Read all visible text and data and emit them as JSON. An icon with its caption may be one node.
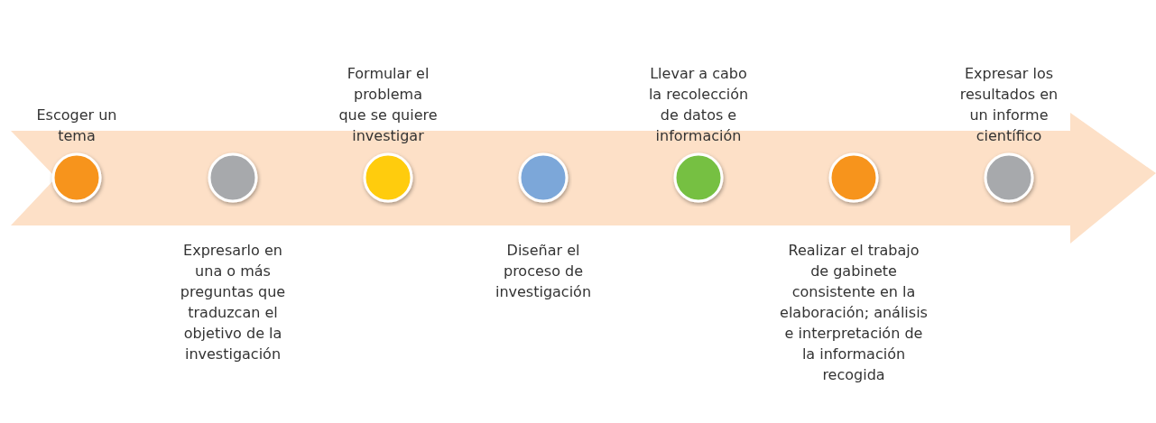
{
  "diagram": {
    "nodes": [
      {
        "text": [],
        "shape": "circle",
        "beside": [
          "Escoger un tema"
        ]
      },
      {
        "text": [],
        "shape": "circle",
        "beside": [
          "Expresarlo en una o más preguntas que traduzcan el objetivo de la investigación"
        ]
      },
      {
        "text": [],
        "shape": "circle",
        "beside": [
          "Formular el problema que se quiere investigar"
        ]
      },
      {
        "text": [],
        "shape": "circle",
        "beside": [
          "Diseñar el proceso de investigación"
        ]
      },
      {
        "text": [],
        "shape": "circle",
        "beside": [
          "Llevar a cabo la recolección de datos e información"
        ]
      },
      {
        "text": [],
        "shape": "circle",
        "beside": [
          "Realizar el trabajo de gabinete consistente en la elaboración; análisis e interpretación de la información recogida"
        ]
      },
      {
        "text": [],
        "shape": "circle",
        "beside": [
          "Expresar los resultados en un informe científico"
        ]
      }
    ]
  }
}
